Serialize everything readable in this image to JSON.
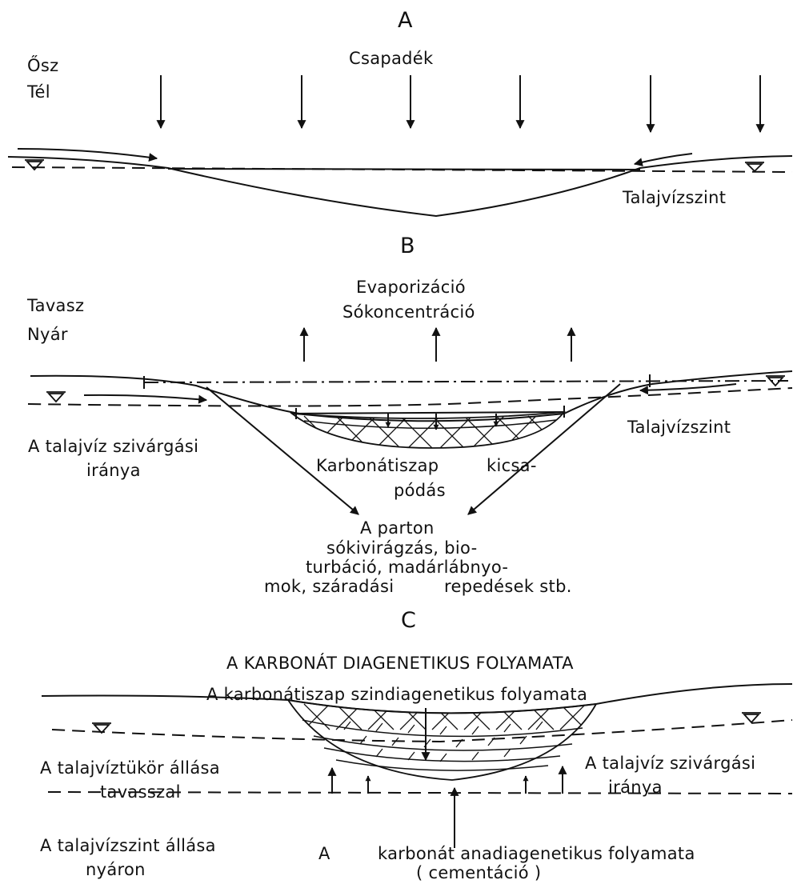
{
  "panel_a": {
    "letter": "A",
    "season_1": "Ősz",
    "season_2": "Tél",
    "precip": "Csapadék",
    "gw_label": "Talajvízszint"
  },
  "panel_b": {
    "letter": "B",
    "evap": "Evaporizáció",
    "salt": "Sókoncentráció",
    "season_1": "Tavasz",
    "season_2": "Nyár",
    "gw_label": "Talajvízszint",
    "seepage_1": "A talajvíz szivárgási",
    "seepage_2": "iránya",
    "carb_1": "Karbonátiszap",
    "carb_2": "kicsa-",
    "carb_3": "pódás",
    "shore_1": "A parton",
    "shore_2": "sókivirágzás, bio-",
    "shore_3": "turbáció, madárlábnyo-",
    "shore_4": "mok, száradási",
    "shore_5": "repedések stb."
  },
  "panel_c": {
    "letter": "C",
    "title": "A KARBONÁT DIAGENETIKUS FOLYAMATA",
    "syn": "A karbonátiszap szindiagenetikus folyamata",
    "spring_1": "A talajvíztükör állása",
    "spring_2": "tavasszal",
    "seepage_1": "A talajvíz szivárgási",
    "seepage_2": "iránya",
    "summer_1": "A talajvízszint állása",
    "summer_2": "nyáron",
    "ana_a": "A",
    "ana_1": "karbonát anadiagenetikus folyamata",
    "ana_2": "( cementáció )"
  }
}
